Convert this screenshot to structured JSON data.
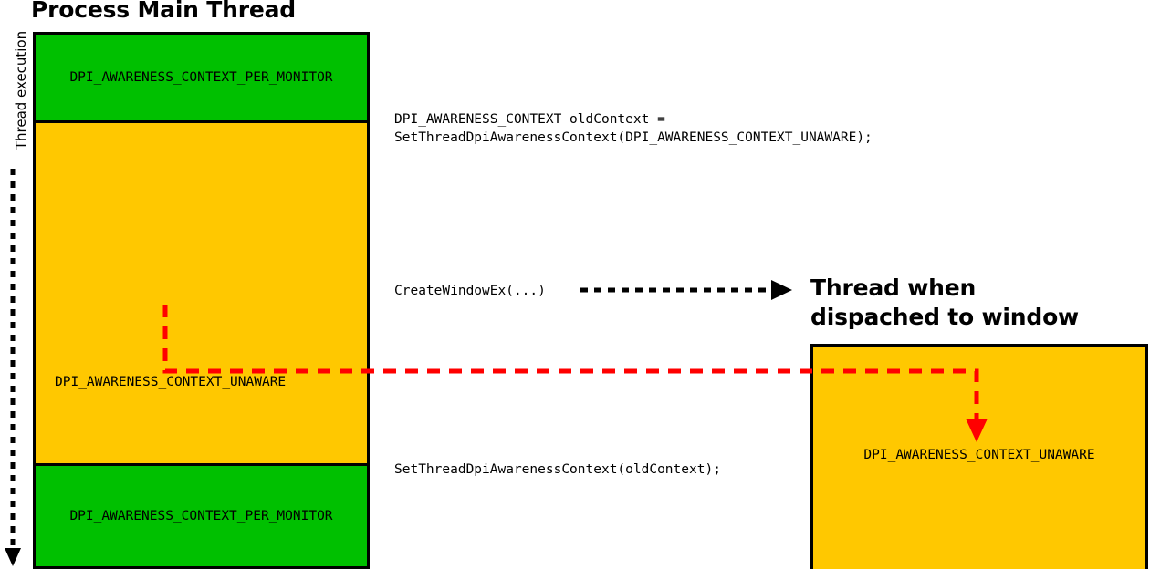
{
  "diagram": {
    "title_left": "Process Main Thread",
    "title_right": "Thread when\ndispached to window",
    "axis_label": "Thread execution",
    "colors": {
      "per_monitor_green": "#00c000",
      "unaware_yellow": "#ffc800",
      "outline_black": "#000000",
      "flow_red": "#ff0000",
      "call_arrow_black": "#000000",
      "background_white": "#ffffff"
    },
    "main_thread_blocks": [
      {
        "id": "per-monitor-top",
        "label": "DPI_AWARENESS_CONTEXT_PER_MONITOR",
        "color": "#00c000"
      },
      {
        "id": "unaware-main",
        "label": "DPI_AWARENESS_CONTEXT_UNAWARE",
        "color": "#ffc800"
      },
      {
        "id": "per-monitor-bottom",
        "label": "DPI_AWARENESS_CONTEXT_PER_MONITOR",
        "color": "#00c000"
      }
    ],
    "dispatched_thread_block": {
      "label": "DPI_AWARENESS_CONTEXT_UNAWARE",
      "color": "#ffc800"
    },
    "code_annotations": [
      {
        "id": "set-unaware",
        "text": "DPI_AWARENESS_CONTEXT oldContext =\nSetThreadDpiAwarenessContext(DPI_AWARENESS_CONTEXT_UNAWARE);"
      },
      {
        "id": "create-window",
        "text": "CreateWindowEx(...)"
      },
      {
        "id": "restore-context",
        "text": "SetThreadDpiAwarenessContext(oldContext);"
      }
    ]
  }
}
